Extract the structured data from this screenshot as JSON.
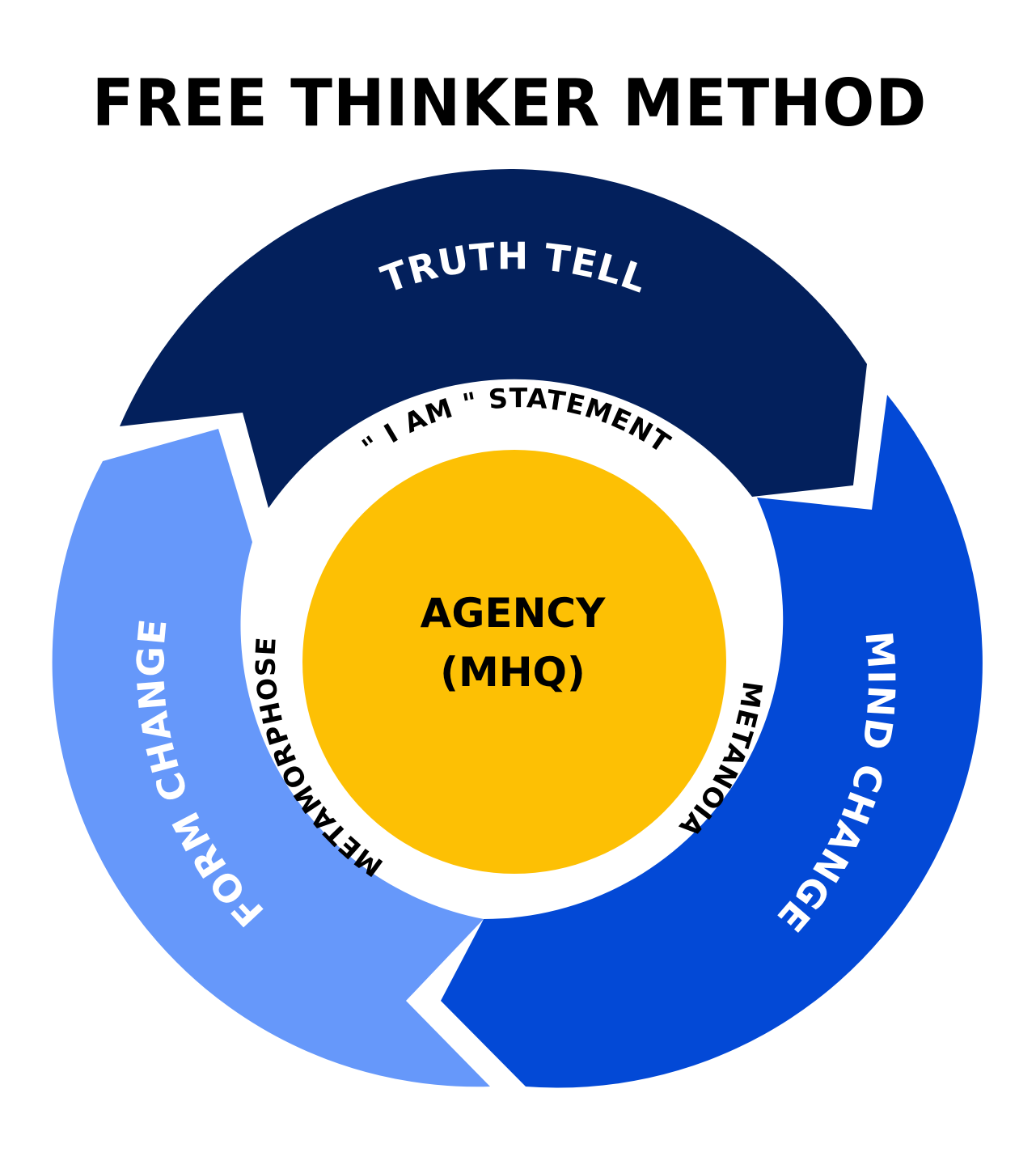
{
  "title": "FREE THINKER METHOD",
  "segments": [
    {
      "id": "truth-tell",
      "label": "TRUTH TELL",
      "color": "#03205C"
    },
    {
      "id": "mind-change",
      "label": "MIND CHANGE",
      "color": "#0349D6"
    },
    {
      "id": "form-change",
      "label": "FORM CHANGE",
      "color": "#6698FA"
    }
  ],
  "ring_labels": {
    "top": "\" I AM \" STATEMENT",
    "right": "METANOIA",
    "left": "METAMORPHOSE"
  },
  "center": {
    "line1": "AGENCY",
    "line2": "(MHQ)",
    "color": "#FDC004"
  }
}
